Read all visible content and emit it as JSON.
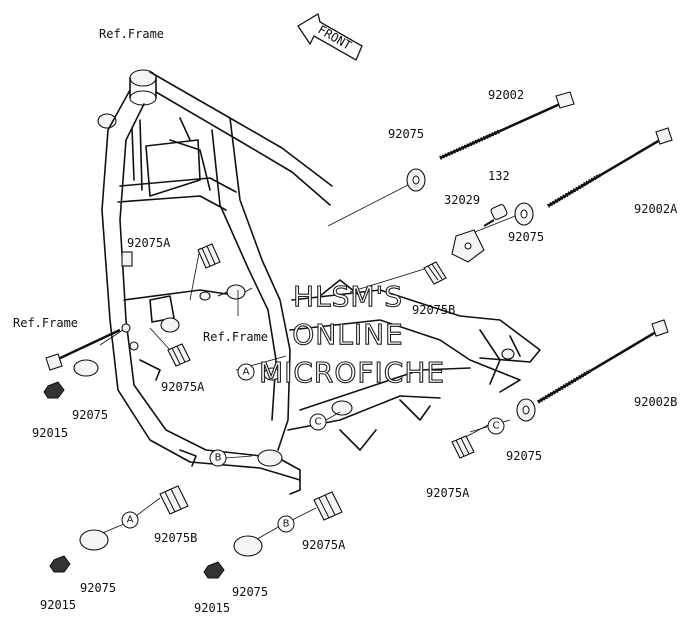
{
  "diagram": {
    "front_arrow_label": "FRONT",
    "watermark_lines": [
      "HLSM'S",
      "ONLINE",
      "MICROFICHE"
    ],
    "labels": {
      "ref_frame_top": "Ref.Frame",
      "ref_frame_left": "Ref.Frame",
      "ref_frame_mid": "Ref.Frame",
      "l_92002": "92002",
      "l_92002A": "92002A",
      "l_92002B": "92002B",
      "l_92075_top": "92075",
      "l_132": "132",
      "l_32029": "32029",
      "l_92075_right": "92075",
      "l_92075B_upper": "92075B",
      "l_92075A_upper": "92075A",
      "l_92075A_mid": "92075A",
      "l_92075_left": "92075",
      "l_92015_left": "92015",
      "l_92075_rc": "92075",
      "l_92075A_rc": "92075A",
      "l_92075B_lower": "92075B",
      "l_92075A_lower": "92075A",
      "l_92075_bl": "92075",
      "l_92015_bl": "92015",
      "l_92075_bm": "92075",
      "l_92015_bm": "92015"
    },
    "callouts": {
      "a1": "A",
      "a2": "A",
      "b1": "B",
      "b2": "B",
      "c1": "C",
      "c2": "C"
    }
  }
}
